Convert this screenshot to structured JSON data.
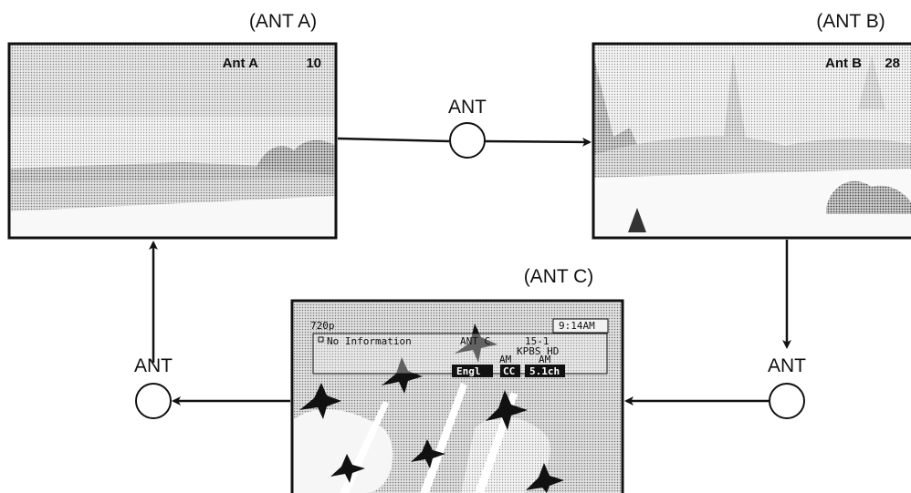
{
  "screens": {
    "a": {
      "caption": "(ANT A)",
      "overlay_name": "Ant A",
      "overlay_channel": "10"
    },
    "b": {
      "caption": "(ANT B)",
      "overlay_name": "Ant B",
      "overlay_channel": "28"
    },
    "c": {
      "caption": "(ANT C)",
      "banner": {
        "resolution": "720p",
        "clock": "9:14AM",
        "program": "No Information",
        "antenna": "ANT C",
        "channel": "15-1",
        "station": "KPBS HD",
        "time_start": "AM",
        "time_end": "AM",
        "audio_lang": "Engl",
        "cc_badge": "CC",
        "audio_format": "5.1ch"
      }
    }
  },
  "buttons": {
    "ant_label": "ANT"
  }
}
